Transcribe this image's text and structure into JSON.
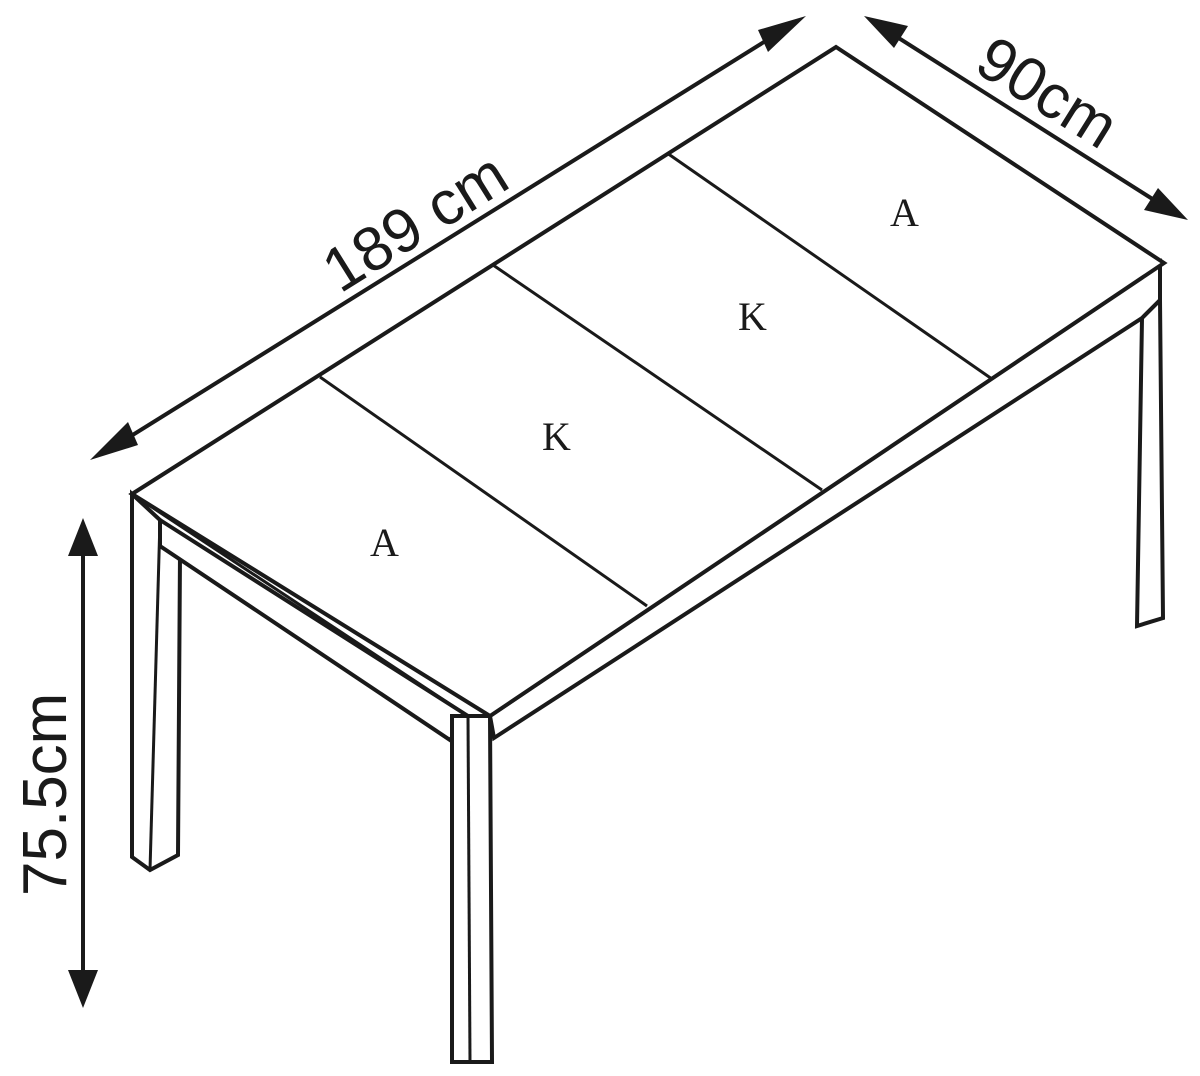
{
  "dimensions": {
    "length": "189 cm",
    "width": "90cm",
    "height": "75.5cm"
  },
  "panels": [
    "A",
    "K",
    "K",
    "A"
  ]
}
